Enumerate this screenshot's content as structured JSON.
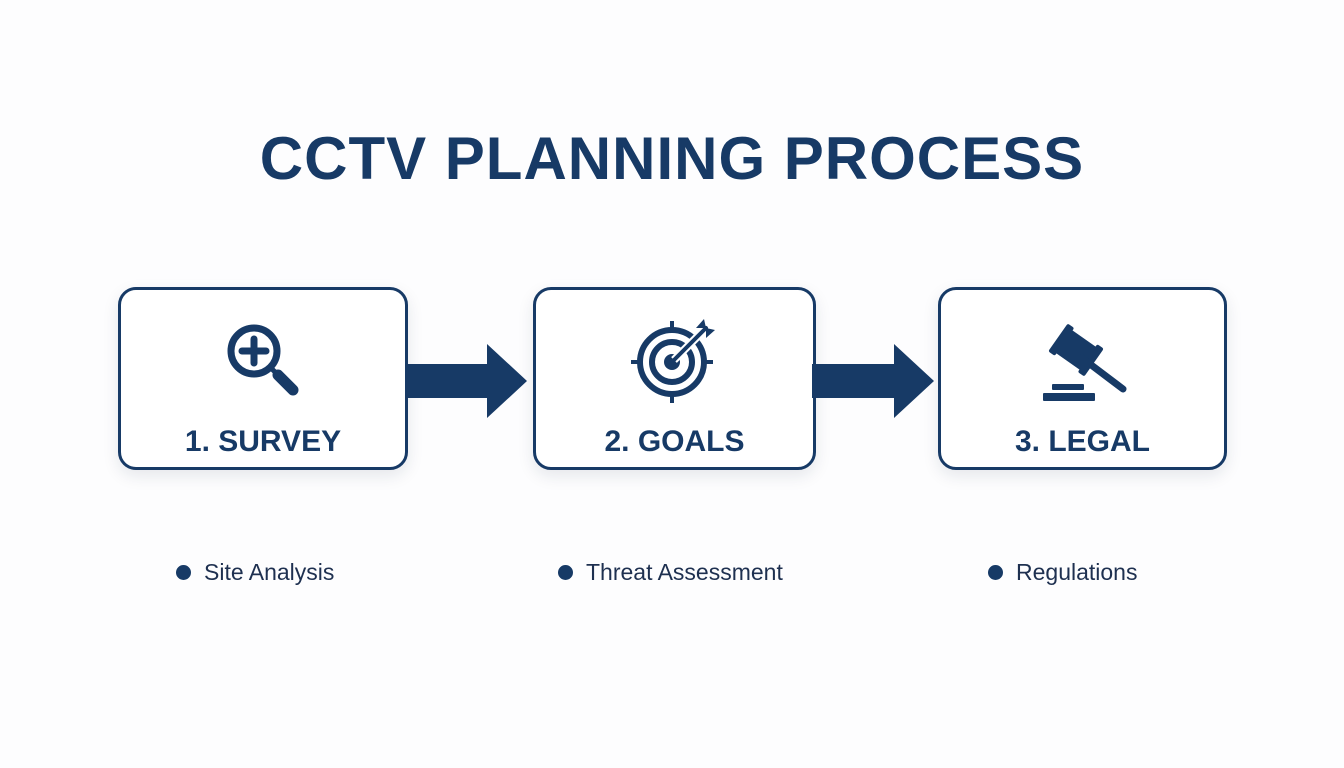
{
  "colors": {
    "primary": "#173a66",
    "text": "#1e3050",
    "background": "#fdfdfe"
  },
  "title": "CCTV PLANNING PROCESS",
  "steps": [
    {
      "label": "1. SURVEY",
      "icon": "magnifier-plus-icon",
      "detail": "Site Analysis"
    },
    {
      "label": "2. GOALS",
      "icon": "target-arrow-icon",
      "detail": "Threat Assessment"
    },
    {
      "label": "3. LEGAL",
      "icon": "gavel-icon",
      "detail": "Regulations"
    }
  ]
}
